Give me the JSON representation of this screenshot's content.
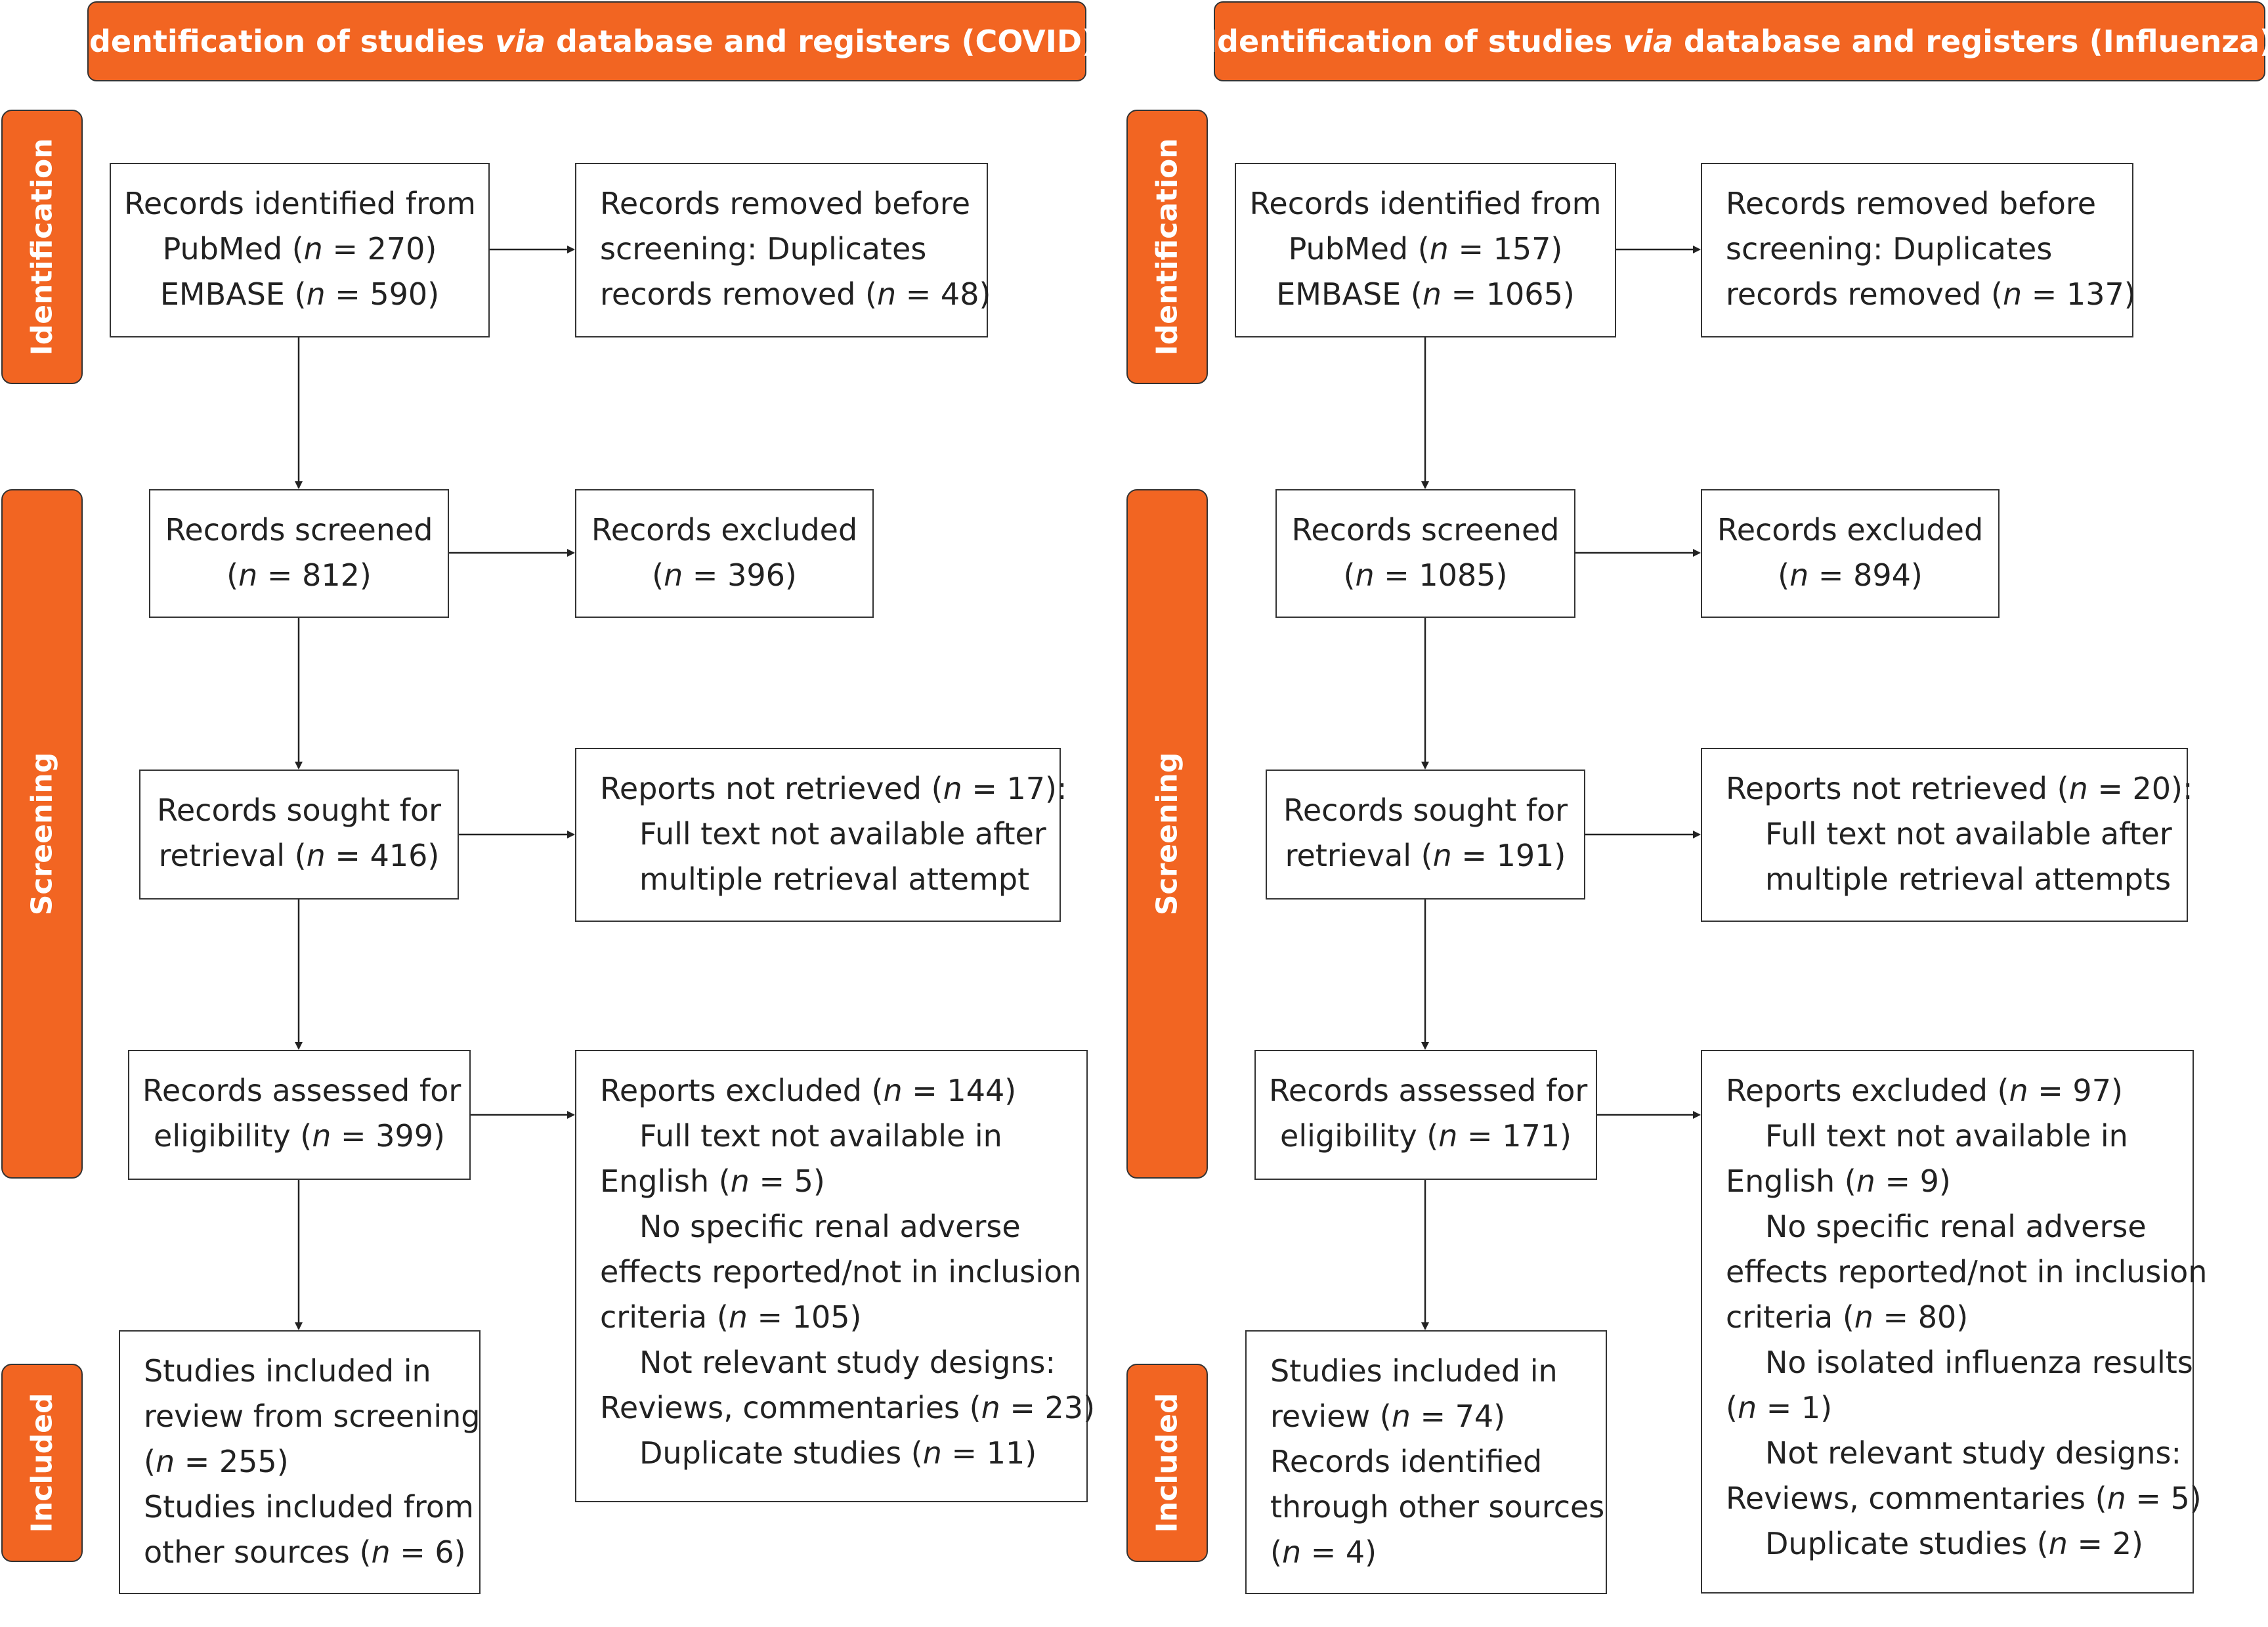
{
  "covid": {
    "banner": {
      "pre": "Identification of studies ",
      "via": "via",
      "post": " database and registers (COVID)"
    },
    "stages": {
      "identification": "Identification",
      "screening": "Screening",
      "included": "Included"
    },
    "identified": {
      "l1": "Records identified from",
      "l2a": "PubMed (",
      "l2n": "n",
      "l2b": " = 270)",
      "l3a": "EMBASE (",
      "l3n": "n",
      "l3b": " = 590)"
    },
    "removed": {
      "l1": "Records removed before",
      "l2": "screening: Duplicates",
      "l3a": "records removed (",
      "l3n": "n",
      "l3b": " = 48)"
    },
    "screened": {
      "l1": "Records screened",
      "l2a": "(",
      "l2n": "n",
      "l2b": " = 812)"
    },
    "excluded": {
      "l1": "Records excluded",
      "l2a": "(",
      "l2n": "n",
      "l2b": " = 396)"
    },
    "sought": {
      "l1": "Records sought for",
      "l2a": "retrieval (",
      "l2n": "n",
      "l2b": " = 416)"
    },
    "not_retrieved": {
      "l1a": "Reports not retrieved (",
      "l1n": "n",
      "l1b": " = 17):",
      "l2": "Full text not available after",
      "l3": "multiple retrieval attempt"
    },
    "assessed": {
      "l1": "Records assessed for",
      "l2a": "eligibility (",
      "l2n": "n",
      "l2b": " = 399)"
    },
    "reports_excluded": {
      "l1a": "Reports excluded (",
      "l1n": "n",
      "l1b": " = 144)",
      "l2": "Full text not available in",
      "l3a": "English (",
      "l3n": "n",
      "l3b": " = 5)",
      "l4": "No specific renal adverse",
      "l5": "effects reported/not in inclusion",
      "l6a": "criteria (",
      "l6n": "n",
      "l6b": " = 105)",
      "l7": "Not relevant study designs:",
      "l8a": "Reviews, commentaries (",
      "l8n": "n",
      "l8b": " = 23)",
      "l9a": "Duplicate studies (",
      "l9n": "n",
      "l9b": " = 11)"
    },
    "included": {
      "l1": "Studies included in",
      "l2": "review from screening",
      "l3a": "(",
      "l3n": "n",
      "l3b": " = 255)",
      "l4": "Studies included from",
      "l5a": "other sources (",
      "l5n": "n",
      "l5b": " = 6)"
    }
  },
  "influenza": {
    "banner": {
      "pre": "Identification of studies ",
      "via": "via",
      "post": " database and registers (Influenza)"
    },
    "stages": {
      "identification": "Identification",
      "screening": "Screening",
      "included": "Included"
    },
    "identified": {
      "l1": "Records identified from",
      "l2a": "PubMed (",
      "l2n": "n",
      "l2b": " = 157)",
      "l3a": "EMBASE (",
      "l3n": "n",
      "l3b": " = 1065)"
    },
    "removed": {
      "l1": "Records removed before",
      "l2": "screening: Duplicates",
      "l3a": "records removed (",
      "l3n": "n",
      "l3b": " = 137)"
    },
    "screened": {
      "l1": "Records screened",
      "l2a": "(",
      "l2n": "n",
      "l2b": " = 1085)"
    },
    "excluded": {
      "l1": "Records excluded",
      "l2a": "(",
      "l2n": "n",
      "l2b": " = 894)"
    },
    "sought": {
      "l1": "Records sought for",
      "l2a": "retrieval (",
      "l2n": "n",
      "l2b": " = 191)"
    },
    "not_retrieved": {
      "l1a": "Reports not retrieved (",
      "l1n": "n",
      "l1b": " = 20):",
      "l2": "Full text not available after",
      "l3": "multiple retrieval attempts"
    },
    "assessed": {
      "l1": "Records assessed for",
      "l2a": "eligibility (",
      "l2n": "n",
      "l2b": " = 171)"
    },
    "reports_excluded": {
      "l1a": "Reports excluded (",
      "l1n": "n",
      "l1b": " = 97)",
      "l2": "Full text not available in",
      "l3a": "English (",
      "l3n": "n",
      "l3b": " = 9)",
      "l4": "No specific renal adverse",
      "l5": "effects reported/not in inclusion",
      "l6a": "criteria (",
      "l6n": "n",
      "l6b": " = 80)",
      "l7": "No isolated influenza results",
      "l8a": "(",
      "l8n": "n",
      "l8b": " = 1)",
      "l9": "Not relevant study designs:",
      "l10a": "Reviews, commentaries (",
      "l10n": "n",
      "l10b": " = 5)",
      "l11a": "Duplicate studies (",
      "l11n": "n",
      "l11b": " = 2)"
    },
    "included": {
      "l1": "Studies included in",
      "l2a": "review (",
      "l2n": "n",
      "l2b": " = 74)",
      "l3": "Records identified",
      "l4": "through other sources",
      "l5a": "(",
      "l5n": "n",
      "l5b": " = 4)"
    }
  },
  "colors": {
    "accent": "#f26522",
    "stroke": "#333333",
    "text": "#222222"
  }
}
